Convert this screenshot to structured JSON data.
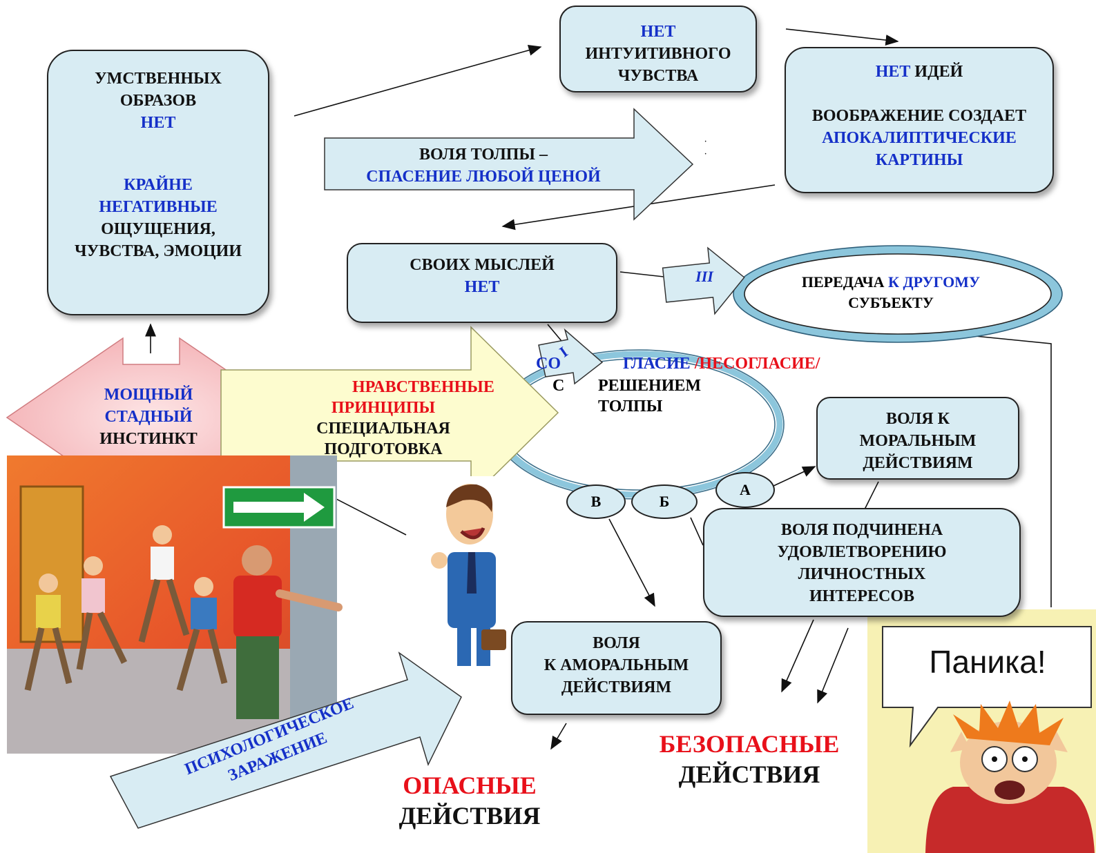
{
  "mental_images_box": {
    "line1": "УМСТВЕННЫХ",
    "line2": "ОБРАЗОВ",
    "line3": "НЕТ",
    "line4": "КРАЙНЕ",
    "line5": "НЕГАТИВНЫЕ",
    "line6": "ОЩУЩЕНИЯ,",
    "line7": "ЧУВСТВА, ЭМОЦИИ"
  },
  "intuition_box": {
    "line1": "НЕТ",
    "line2": "ИНТУИТИВНОГО",
    "line3": "ЧУВСТВА"
  },
  "ideas_box": {
    "no": "НЕТ",
    "ideas": "ИДЕЙ",
    "line2": "ВООБРАЖЕНИЕ СОЗДАЕТ",
    "line3": "АПОКАЛИПТИЧЕСКИЕ",
    "line4": "КАРТИНЫ"
  },
  "crowd_will_arrow": {
    "line1": "ВОЛЯ ТОЛПЫ –",
    "line2": "СПАСЕНИЕ ЛЮБОЙ ЦЕНОЙ"
  },
  "own_thoughts_box": {
    "line1": "СВОИХ МЫСЛЕЙ",
    "line2": "НЕТ"
  },
  "transfer_oval": {
    "word1": "ПЕРЕДАЧА",
    "word2": "К ДРУГОМУ",
    "line2": "СУБЪЕКТУ"
  },
  "arrow_iii": "III",
  "arrow_i": "I",
  "herd_instinct": {
    "line1": "МОЩНЫЙ",
    "line2": "СТАДНЫЙ",
    "line3": "ИНСТИНКТ"
  },
  "moral_arrow": {
    "line1": "НРАВСТВЕННЫЕ",
    "line2": "ПРИНЦИПЫ",
    "line3": "СПЕЦИАЛЬНАЯ",
    "line4": "ПОДГОТОВКА"
  },
  "agreement_ring": {
    "label_start": "СО",
    "label_blue": "ГЛАСИЕ",
    "label_red": "/НЕСОГЛАСИЕ/",
    "char_c": "С",
    "line2": "РЕШЕНИЕМ",
    "line3": "ТОЛПЫ"
  },
  "nodes": {
    "a": "А",
    "b": "Б",
    "v": "В"
  },
  "moral_actions_box": {
    "line1": "ВОЛЯ К",
    "line2": "МОРАЛЬНЫМ",
    "line3": "ДЕЙСТВИЯМ"
  },
  "personal_box": {
    "line1": "ВОЛЯ ПОДЧИНЕНА",
    "line2": "УДОВЛЕТВОРЕНИЮ",
    "line3": "ЛИЧНОСТНЫХ",
    "line4": "ИНТЕРЕСОВ"
  },
  "amoral_box": {
    "line1": "ВОЛЯ",
    "line2": "К АМОРАЛЬНЫМ",
    "line3": "ДЕЙСТВИЯМ"
  },
  "contagion_arrow": {
    "line1": "ПСИХОЛОГИЧЕСКОЕ",
    "line2": "ЗАРАЖЕНИЕ"
  },
  "dangerous": {
    "line1": "ОПАСНЫЕ",
    "line2": "ДЕЙСТВИЯ"
  },
  "safe": {
    "line1": "БЕЗОПАСНЫЕ",
    "line2": "ДЕЙСТВИЯ"
  },
  "panic_bubble": "Паника!",
  "colors": {
    "box_fill": "#d8ecf3",
    "blue_text": "#1530c8",
    "red_text": "#e8101a",
    "pink_arrow": "#f6c3c6",
    "yellow_arrow": "#fdfccf"
  }
}
